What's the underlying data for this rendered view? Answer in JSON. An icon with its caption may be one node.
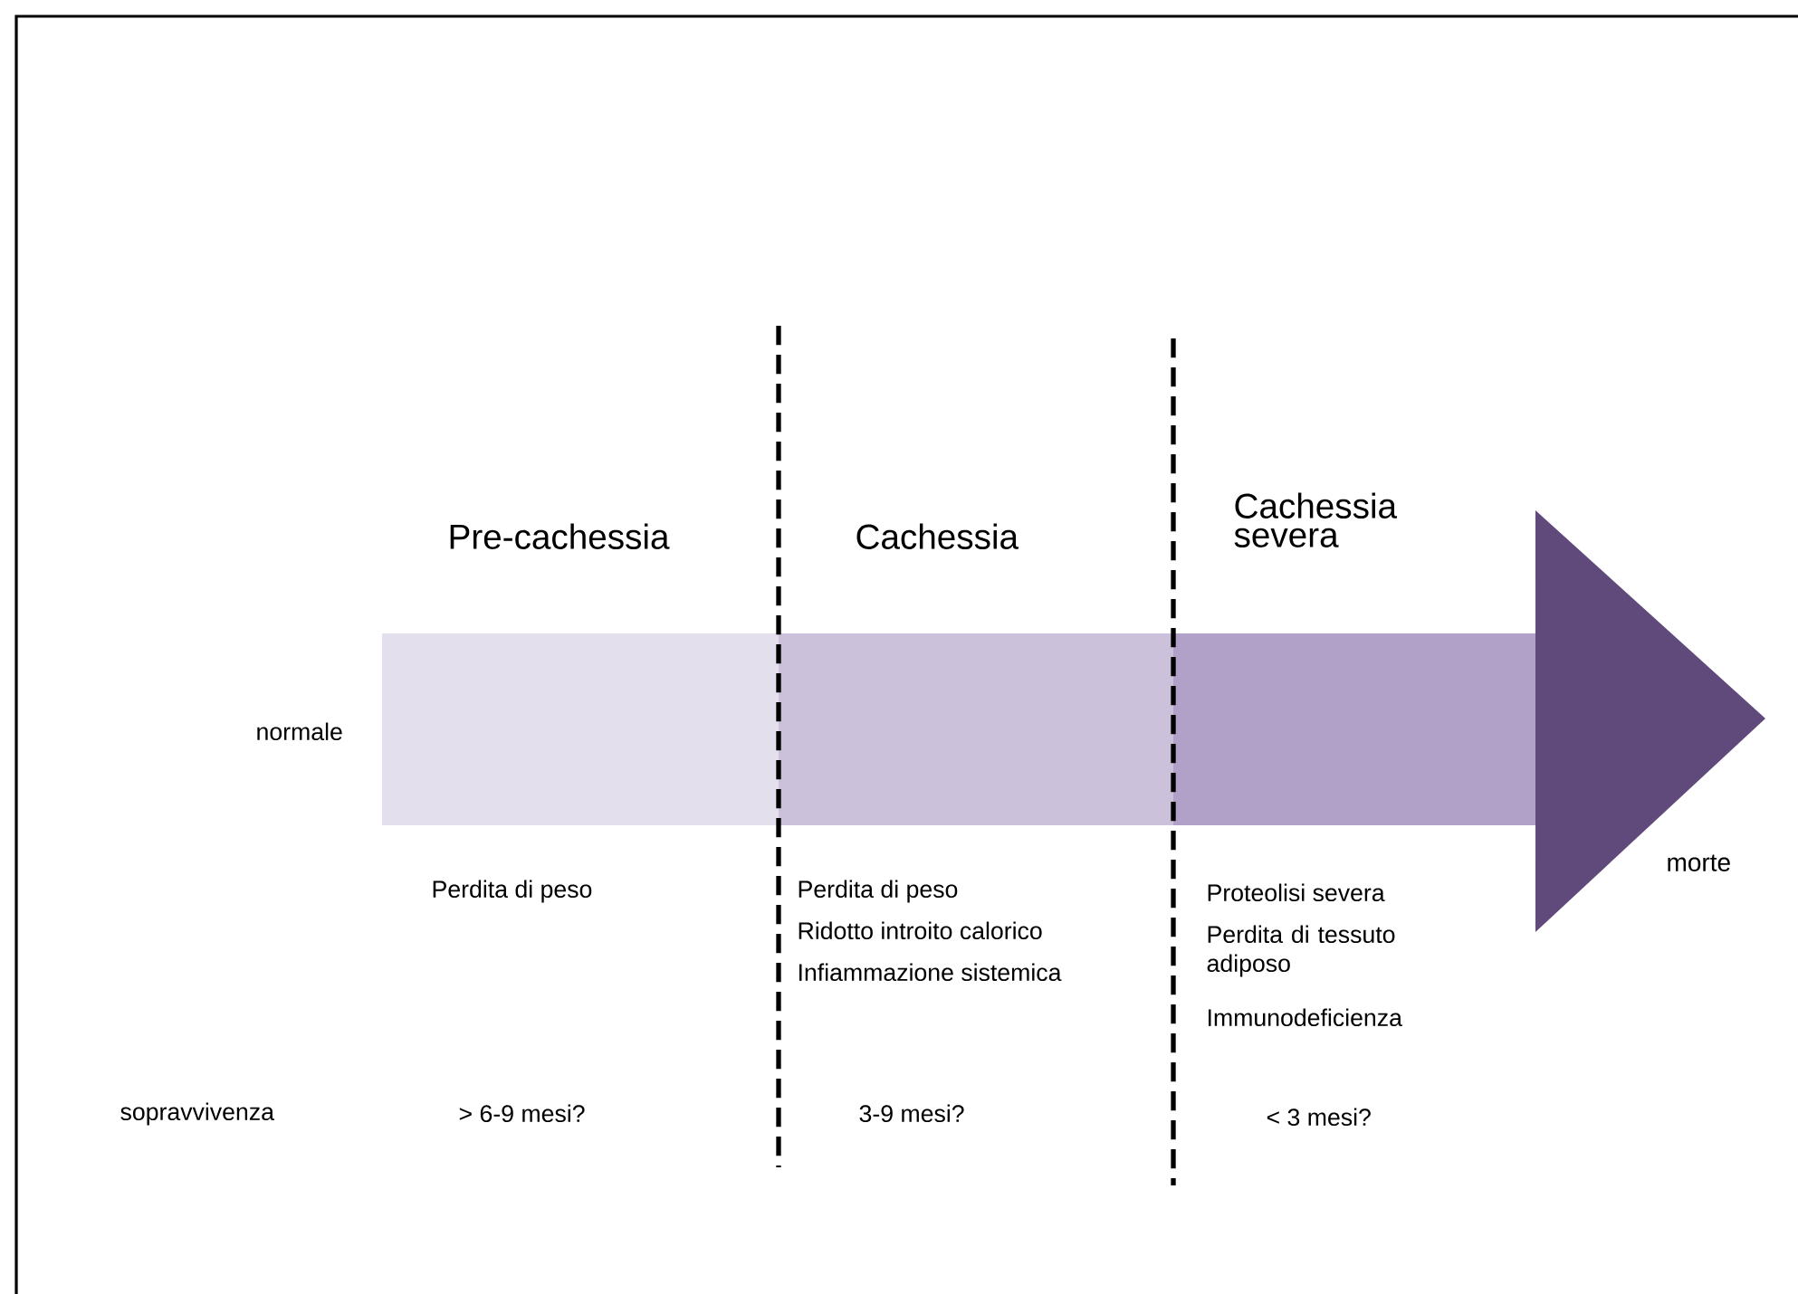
{
  "diagram": {
    "labels": [
      "Pre-cachessia",
      "Cachessia",
      "Cachessia severa",
      "normale",
      "morte",
      "Perdita di peso",
      "Perdita di peso",
      "Ridotto introito calorico",
      "Infiammazione sistemica",
      "Proteolisi severa",
      "Perdita di tessuto adiposo",
      "Immunodeficienza",
      "sopravvivenza",
      "> 6-9 mesi?",
      "3-9 mesi?",
      "< 3 mesi?"
    ]
  }
}
